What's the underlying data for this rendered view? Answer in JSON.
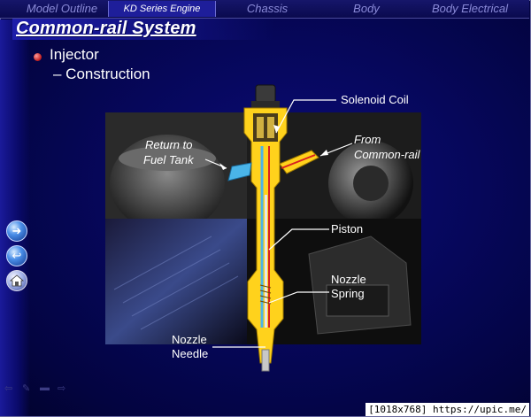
{
  "nav": {
    "tabs": [
      {
        "label": "Model Outline"
      },
      {
        "label": "KD Series Engine"
      },
      {
        "label": "Chassis"
      },
      {
        "label": "Body"
      },
      {
        "label": "Body Electrical"
      }
    ]
  },
  "slide": {
    "title": "Common-rail System",
    "bullet_1": "Injector",
    "bullet_2": "– Construction"
  },
  "diagram": {
    "labels": {
      "solenoid": "Solenoid Coil",
      "return_line1": "Return to",
      "return_line2": "Fuel Tank",
      "from_line1": "From",
      "from_line2": "Common-rail",
      "piston": "Piston",
      "spring_line1": "Nozzle",
      "spring_line2": "Spring",
      "needle_line1": "Nozzle",
      "needle_line2": "Needle"
    },
    "colors": {
      "body_yellow": "#ffd21c",
      "fuel_blue": "#4ab4e8",
      "fuel_red": "#d82020"
    }
  },
  "sidebar": {
    "icons": [
      "forward-arrow-icon",
      "back-arrow-icon",
      "home-icon"
    ]
  },
  "watermark": "[1018x768] https://upic.me/"
}
